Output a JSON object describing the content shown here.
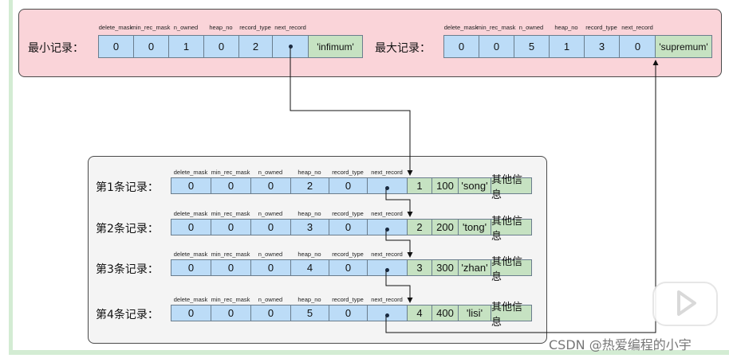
{
  "headers": [
    "delete_mask",
    "min_rec_mask",
    "n_owned",
    "heap_no",
    "record_type",
    "next_record"
  ],
  "infimum": {
    "label": "最小记录：",
    "values": [
      "0",
      "0",
      "1",
      "0",
      "2",
      ""
    ],
    "name": "'infimum'"
  },
  "supremum": {
    "label": "最大记录：",
    "values": [
      "0",
      "0",
      "5",
      "1",
      "3",
      "0"
    ],
    "name": "'supremum'"
  },
  "records": [
    {
      "label": "第1条记录：",
      "values": [
        "0",
        "0",
        "0",
        "2",
        "0",
        ""
      ],
      "data": [
        "1",
        "100",
        "'song'",
        "其他信息"
      ]
    },
    {
      "label": "第2条记录：",
      "values": [
        "0",
        "0",
        "0",
        "3",
        "0",
        ""
      ],
      "data": [
        "2",
        "200",
        "'tong'",
        "其他信息"
      ]
    },
    {
      "label": "第3条记录：",
      "values": [
        "0",
        "0",
        "0",
        "4",
        "0",
        ""
      ],
      "data": [
        "3",
        "300",
        "'zhan'",
        "其他信息"
      ]
    },
    {
      "label": "第4条记录：",
      "values": [
        "0",
        "0",
        "0",
        "5",
        "0",
        ""
      ],
      "data": [
        "4",
        "400",
        "'lisi'",
        "其他信息"
      ]
    }
  ],
  "watermark": "CSDN @热爱编程的小宇",
  "logo_icon": "video-play-icon",
  "colors": {
    "top_panel": "#fad4d9",
    "bottom_panel": "#f4f4f4",
    "header_cell": "#bcdcf7",
    "data_cell": "#c6e2c2"
  }
}
